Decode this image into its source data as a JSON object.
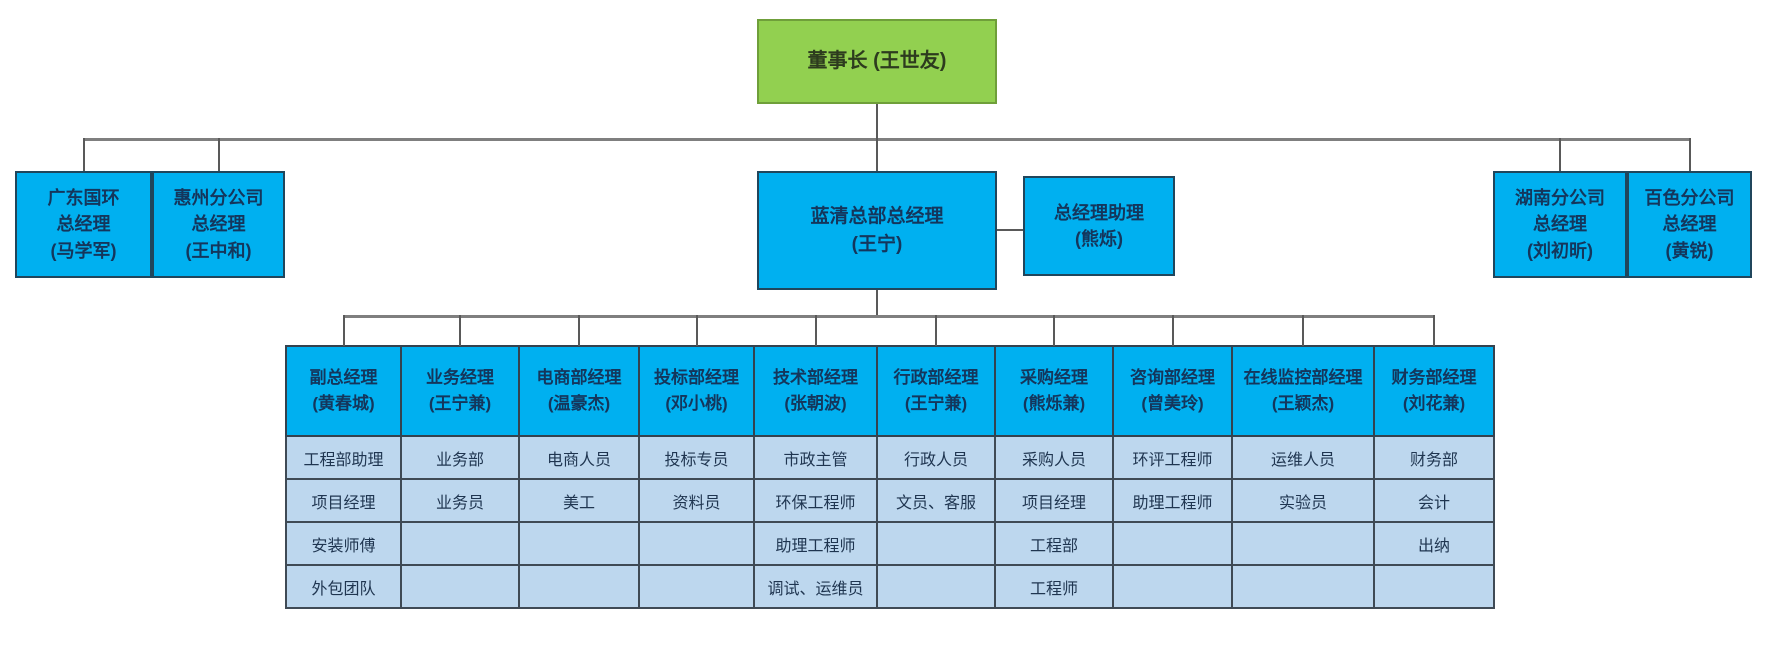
{
  "colors": {
    "chairman_fill": "#92D050",
    "node_fill": "#00B0F0",
    "cell_fill": "#BDD7EE",
    "bus_line": "#7F7F7F",
    "drop_line": "#595959"
  },
  "chairman": {
    "label": "董事长 (王世友)"
  },
  "level2": {
    "guangdong": {
      "lines": [
        "广东国环",
        "总经理",
        "(马学军)"
      ]
    },
    "huizhou": {
      "lines": [
        "惠州分公司",
        "总经理",
        "(王中和)"
      ]
    },
    "lanqing": {
      "lines": [
        "蓝清总部总经理",
        "(王宁)"
      ]
    },
    "assistant": {
      "lines": [
        "总经理助理",
        "(熊烁)"
      ]
    },
    "hunan": {
      "lines": [
        "湖南分公司",
        "总经理",
        "(刘初昕)"
      ]
    },
    "baise": {
      "lines": [
        "百色分公司",
        "总经理",
        "(黄锐)"
      ]
    }
  },
  "departments": {
    "headers": [
      {
        "title": "副总经理",
        "name": "(黄春城)"
      },
      {
        "title": "业务经理",
        "name": "(王宁兼)"
      },
      {
        "title": "电商部经理",
        "name": "(温豪杰)"
      },
      {
        "title": "投标部经理",
        "name": "(邓小桃)"
      },
      {
        "title": "技术部经理",
        "name": "(张朝波)"
      },
      {
        "title": "行政部经理",
        "name": "(王宁兼)"
      },
      {
        "title": "采购经理",
        "name": "(熊烁兼)"
      },
      {
        "title": "咨询部经理",
        "name": "(曾美玲)"
      },
      {
        "title": "在线监控部经理",
        "name": "(王颖杰)"
      },
      {
        "title": "财务部经理",
        "name": "(刘花兼)"
      }
    ],
    "rows": [
      [
        "工程部助理",
        "业务部",
        "电商人员",
        "投标专员",
        "市政主管",
        "行政人员",
        "采购人员",
        "环评工程师",
        "运维人员",
        "财务部"
      ],
      [
        "项目经理",
        "业务员",
        "美工",
        "资料员",
        "环保工程师",
        "文员、客服",
        "项目经理",
        "助理工程师",
        "实验员",
        "会计"
      ],
      [
        "安装师傅",
        "",
        "",
        "",
        "助理工程师",
        "",
        "工程部",
        "",
        "",
        "出纳"
      ],
      [
        "外包团队",
        "",
        "",
        "",
        "调试、运维员",
        "",
        "工程师",
        "",
        "",
        ""
      ]
    ]
  }
}
